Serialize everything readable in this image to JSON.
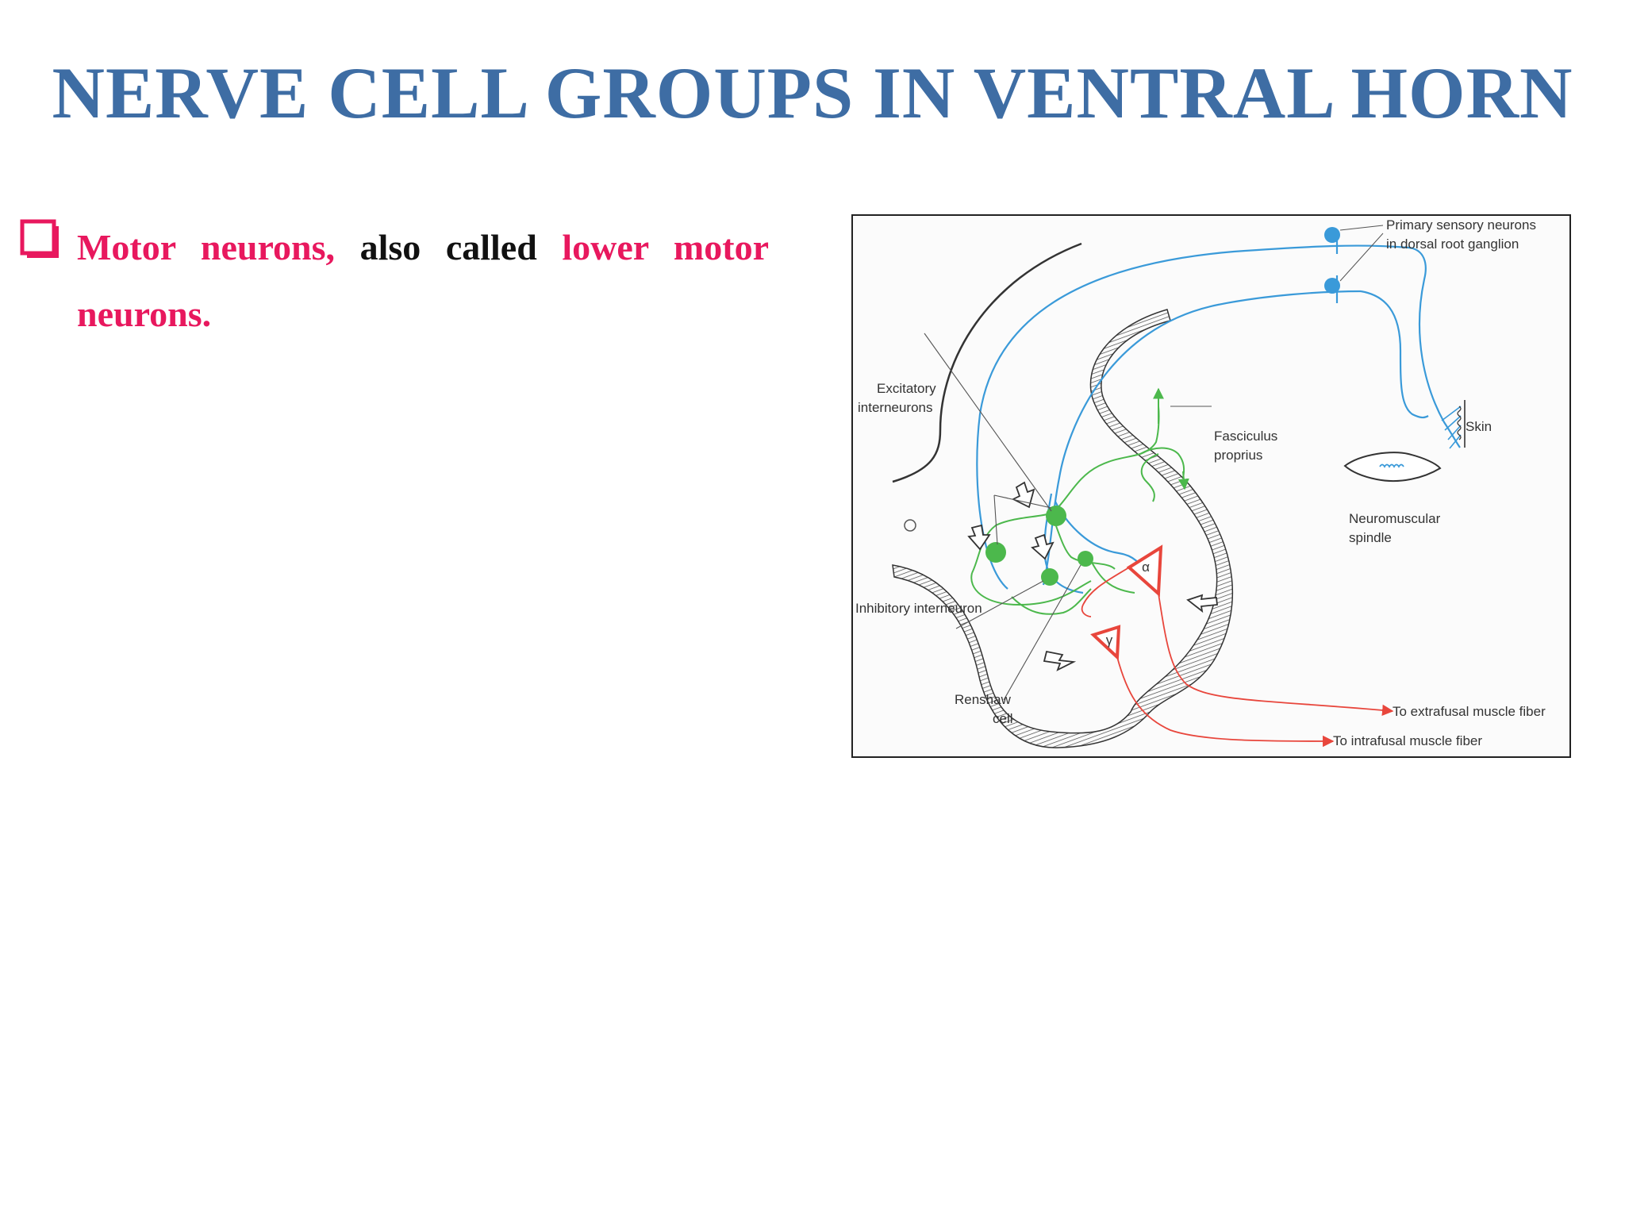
{
  "slide": {
    "title": "NERVE CELL GROUPS IN VENTRAL HORN",
    "bullet": {
      "icon": "checkbox-bullet-icon",
      "segments": [
        {
          "text": "Motor neurons,",
          "color": "#e8185e"
        },
        {
          "text": "also called",
          "color": "#111111"
        },
        {
          "text": "lower motor neurons.",
          "color": "#e8185e"
        }
      ]
    }
  },
  "figure": {
    "labels": {
      "primary_sensory_1": "Primary sensory neurons",
      "primary_sensory_2": "in dorsal root ganglion",
      "skin": "Skin",
      "excitatory_1": "Excitatory",
      "excitatory_2": "interneurons",
      "fasciculus_1": "Fasciculus",
      "fasciculus_2": "proprius",
      "neuromuscular_1": "Neuromuscular",
      "neuromuscular_2": "spindle",
      "inhibitory": "Inhibitory interneuron",
      "renshaw_1": "Renshaw",
      "renshaw_2": "cell",
      "extrafusal": "To extrafusal muscle fiber",
      "intrafusal": "To intrafusal muscle fiber",
      "alpha_symbol": "α",
      "gamma_symbol": "γ"
    },
    "colors": {
      "sensory": "#3a9ad9",
      "interneuron": "#4cb84c",
      "motor": "#e8463c",
      "outline": "#333333"
    }
  }
}
